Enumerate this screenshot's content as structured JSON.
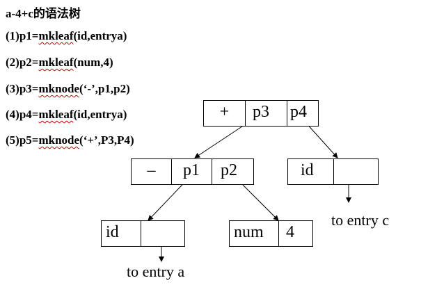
{
  "title": "a-4+c的语法树",
  "steps": [
    {
      "prefix": "(1)p1=",
      "fn": "mkleaf",
      "args": "(id,entrya)"
    },
    {
      "prefix": "(2)p2=",
      "fn": "mkleaf",
      "args": "(num,4)"
    },
    {
      "prefix": "(3)p3=",
      "fn": "mknode",
      "args": "(‘-’,p1,p2)"
    },
    {
      "prefix": "(4)p4=",
      "fn": "mkleaf",
      "args": "(id,entrya)"
    },
    {
      "prefix": "(5)p5=",
      "fn": "mknode",
      "args": "(‘+’,P3,P4)"
    }
  ],
  "nodes": {
    "plus": [
      "+",
      "p3",
      "p4"
    ],
    "minus": [
      "–",
      "p1",
      "p2"
    ],
    "id_c": [
      "id",
      ""
    ],
    "id_a": [
      "id",
      ""
    ],
    "num": [
      "num",
      "4"
    ]
  },
  "captions": {
    "entry_c": "to entry  c",
    "entry_a": "to entry a"
  }
}
